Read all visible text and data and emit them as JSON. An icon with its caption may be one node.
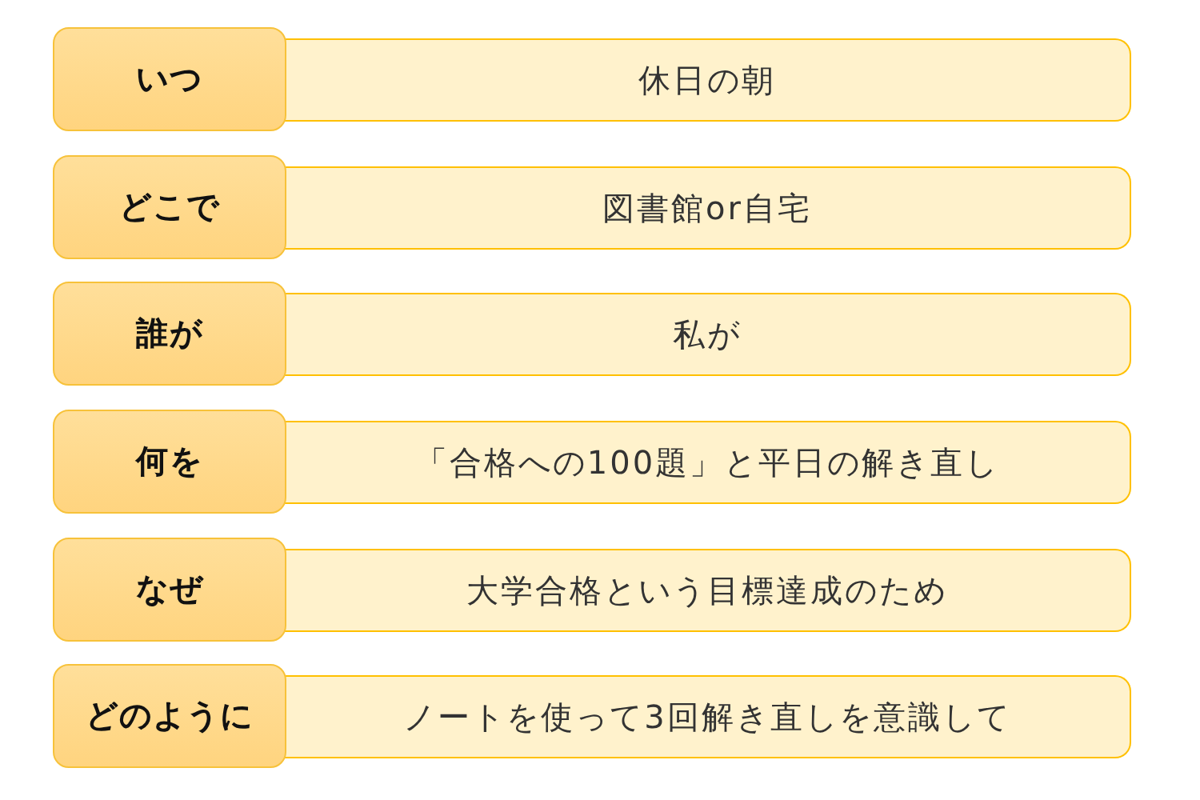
{
  "diagram": {
    "nodes": [
      {
        "text": [
          "いつ"
        ]
      },
      {
        "text": [
          "休日の朝"
        ]
      },
      {
        "text": [
          "どこで"
        ]
      },
      {
        "text": [
          "図書館or自宅"
        ]
      },
      {
        "text": [
          "誰が"
        ]
      },
      {
        "text": [
          "私が"
        ]
      },
      {
        "text": [
          "何を"
        ]
      },
      {
        "text": [
          "「合格への100題」と平日の解き直し"
        ]
      },
      {
        "text": [
          "なぜ"
        ]
      },
      {
        "text": [
          "大学合格という目標達成のため"
        ]
      },
      {
        "text": [
          "どのように"
        ]
      },
      {
        "text": [
          "ノートを使って3回解き直しを意識して"
        ]
      }
    ]
  }
}
